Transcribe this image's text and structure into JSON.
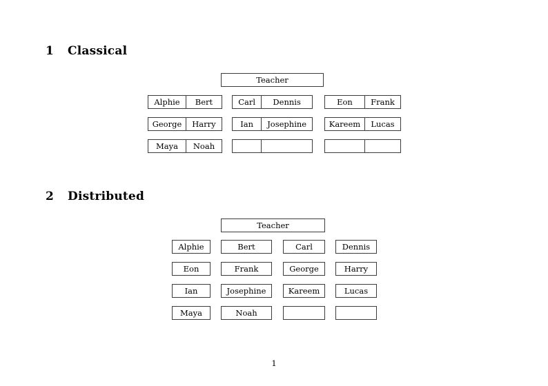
{
  "document": {
    "page_number": "1"
  },
  "sections": [
    {
      "number": "1",
      "title": "Classical",
      "teacher_label": "Teacher",
      "groups": [
        {
          "rows": [
            {
              "left": "Alphie",
              "right": "Bert"
            },
            {
              "left": "George",
              "right": "Harry"
            },
            {
              "left": "Maya",
              "right": "Noah"
            }
          ]
        },
        {
          "rows": [
            {
              "left": "Carl",
              "right": "Dennis"
            },
            {
              "left": "Ian",
              "right": "Josephine"
            },
            {
              "left": "",
              "right": ""
            }
          ]
        },
        {
          "rows": [
            {
              "left": "Eon",
              "right": "Frank"
            },
            {
              "left": "Kareem",
              "right": "Lucas"
            },
            {
              "left": "",
              "right": ""
            }
          ]
        }
      ]
    },
    {
      "number": "2",
      "title": "Distributed",
      "teacher_label": "Teacher",
      "rows": [
        {
          "c0": "Alphie",
          "c1": "Bert",
          "c2": "Carl",
          "c3": "Dennis"
        },
        {
          "c0": "Eon",
          "c1": "Frank",
          "c2": "George",
          "c3": "Harry"
        },
        {
          "c0": "Ian",
          "c1": "Josephine",
          "c2": "Kareem",
          "c3": "Lucas"
        },
        {
          "c0": "Maya",
          "c1": "Noah",
          "c2": "",
          "c3": ""
        }
      ]
    }
  ]
}
